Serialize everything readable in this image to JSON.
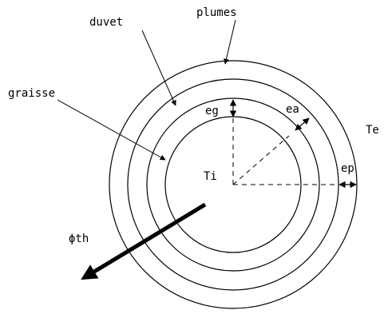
{
  "labels": {
    "plumes": "plumes",
    "duvet": "duvet",
    "graisse": "graisse",
    "eg": "eg",
    "ea": "ea",
    "ep": "ep",
    "te": "Te",
    "ti": "Ti",
    "phi_th": "ϕth"
  }
}
